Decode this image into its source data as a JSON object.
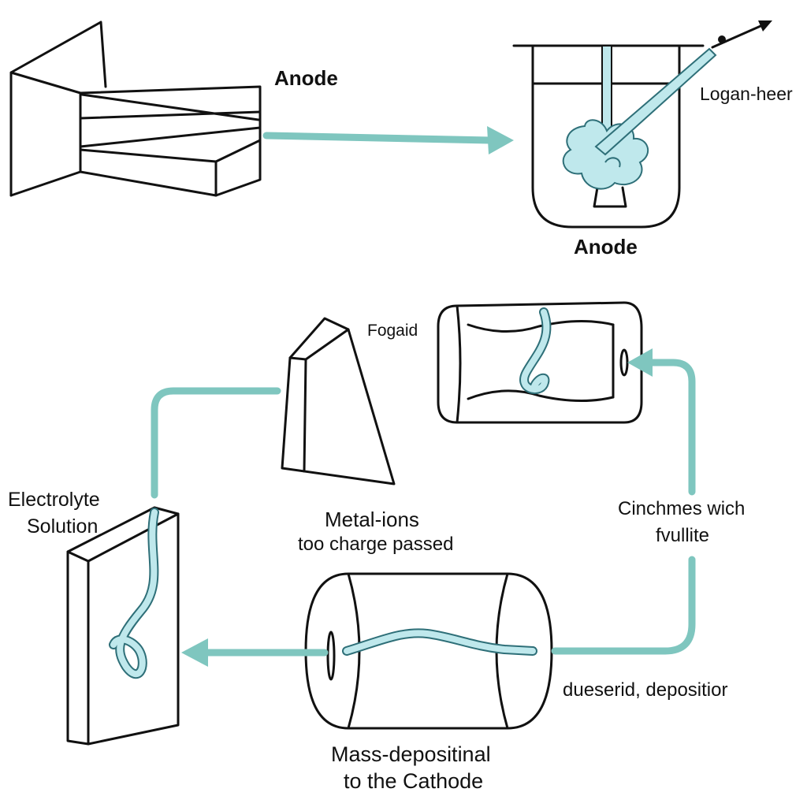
{
  "labels": {
    "anode_top": "Anode",
    "anode_beaker": "Anode",
    "logan_heer": "Logan-heer",
    "fogaid": "Fogaid",
    "electrolyte_line1": "Electrolyte",
    "electrolyte_line2": "Solution",
    "metal_ions_line1": "Metal-ions",
    "metal_ions_line2": "too charge passed",
    "cinchmes_line1": "Cinchmes wich",
    "cinchmes_line2": "fvullite",
    "dueserid": "dueserid, depositior",
    "mass_line1": "Mass-depositinal",
    "mass_line2": "to the Cathode"
  },
  "colors": {
    "flow_arrow": "#7fc6bf",
    "liquid_fill": "#bfe8ec",
    "liquid_outline": "#2e6f78",
    "ink": "#111111"
  }
}
